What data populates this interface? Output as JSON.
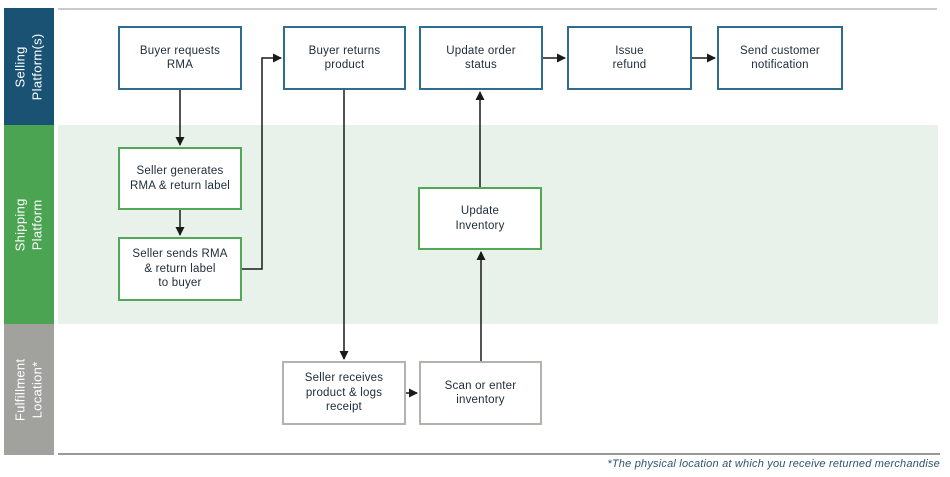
{
  "footnote": "*The physical location at which you receive returned merchandise",
  "colors": {
    "selling_band": "#1a5274",
    "selling_node_border": "#2e6d90",
    "shipping_band": "#4ba452",
    "shipping_lane_background": "#e9f2ea",
    "shipping_node_border": "#53a858",
    "fulfillment_band": "#a1a19d",
    "fulfillment_node_border": "#b2b2af",
    "node_text": "#1d2b39",
    "arrow": "#1a1a1a",
    "footnote_text": "#2a5570"
  },
  "lanes": [
    {
      "label": "Selling\nPlatform(s)"
    },
    {
      "label": "Shipping\nPlatform"
    },
    {
      "label": "Fulfillment\nLocation*"
    }
  ],
  "nodes": {
    "buyer_requests_rma": "Buyer requests\nRMA",
    "buyer_returns_product": "Buyer returns\nproduct",
    "update_order_status": "Update order\nstatus",
    "issue_refund": "Issue\nrefund",
    "send_customer_notification": "Send customer\nnotification",
    "seller_generates_rma": "Seller generates\nRMA & return label",
    "seller_sends_rma": "Seller sends RMA\n& return label\nto buyer",
    "update_inventory": "Update\nInventory",
    "seller_receives_product": "Seller receives\nproduct & logs\nreceipt",
    "scan_or_enter_inventory": "Scan or enter\ninventory"
  }
}
